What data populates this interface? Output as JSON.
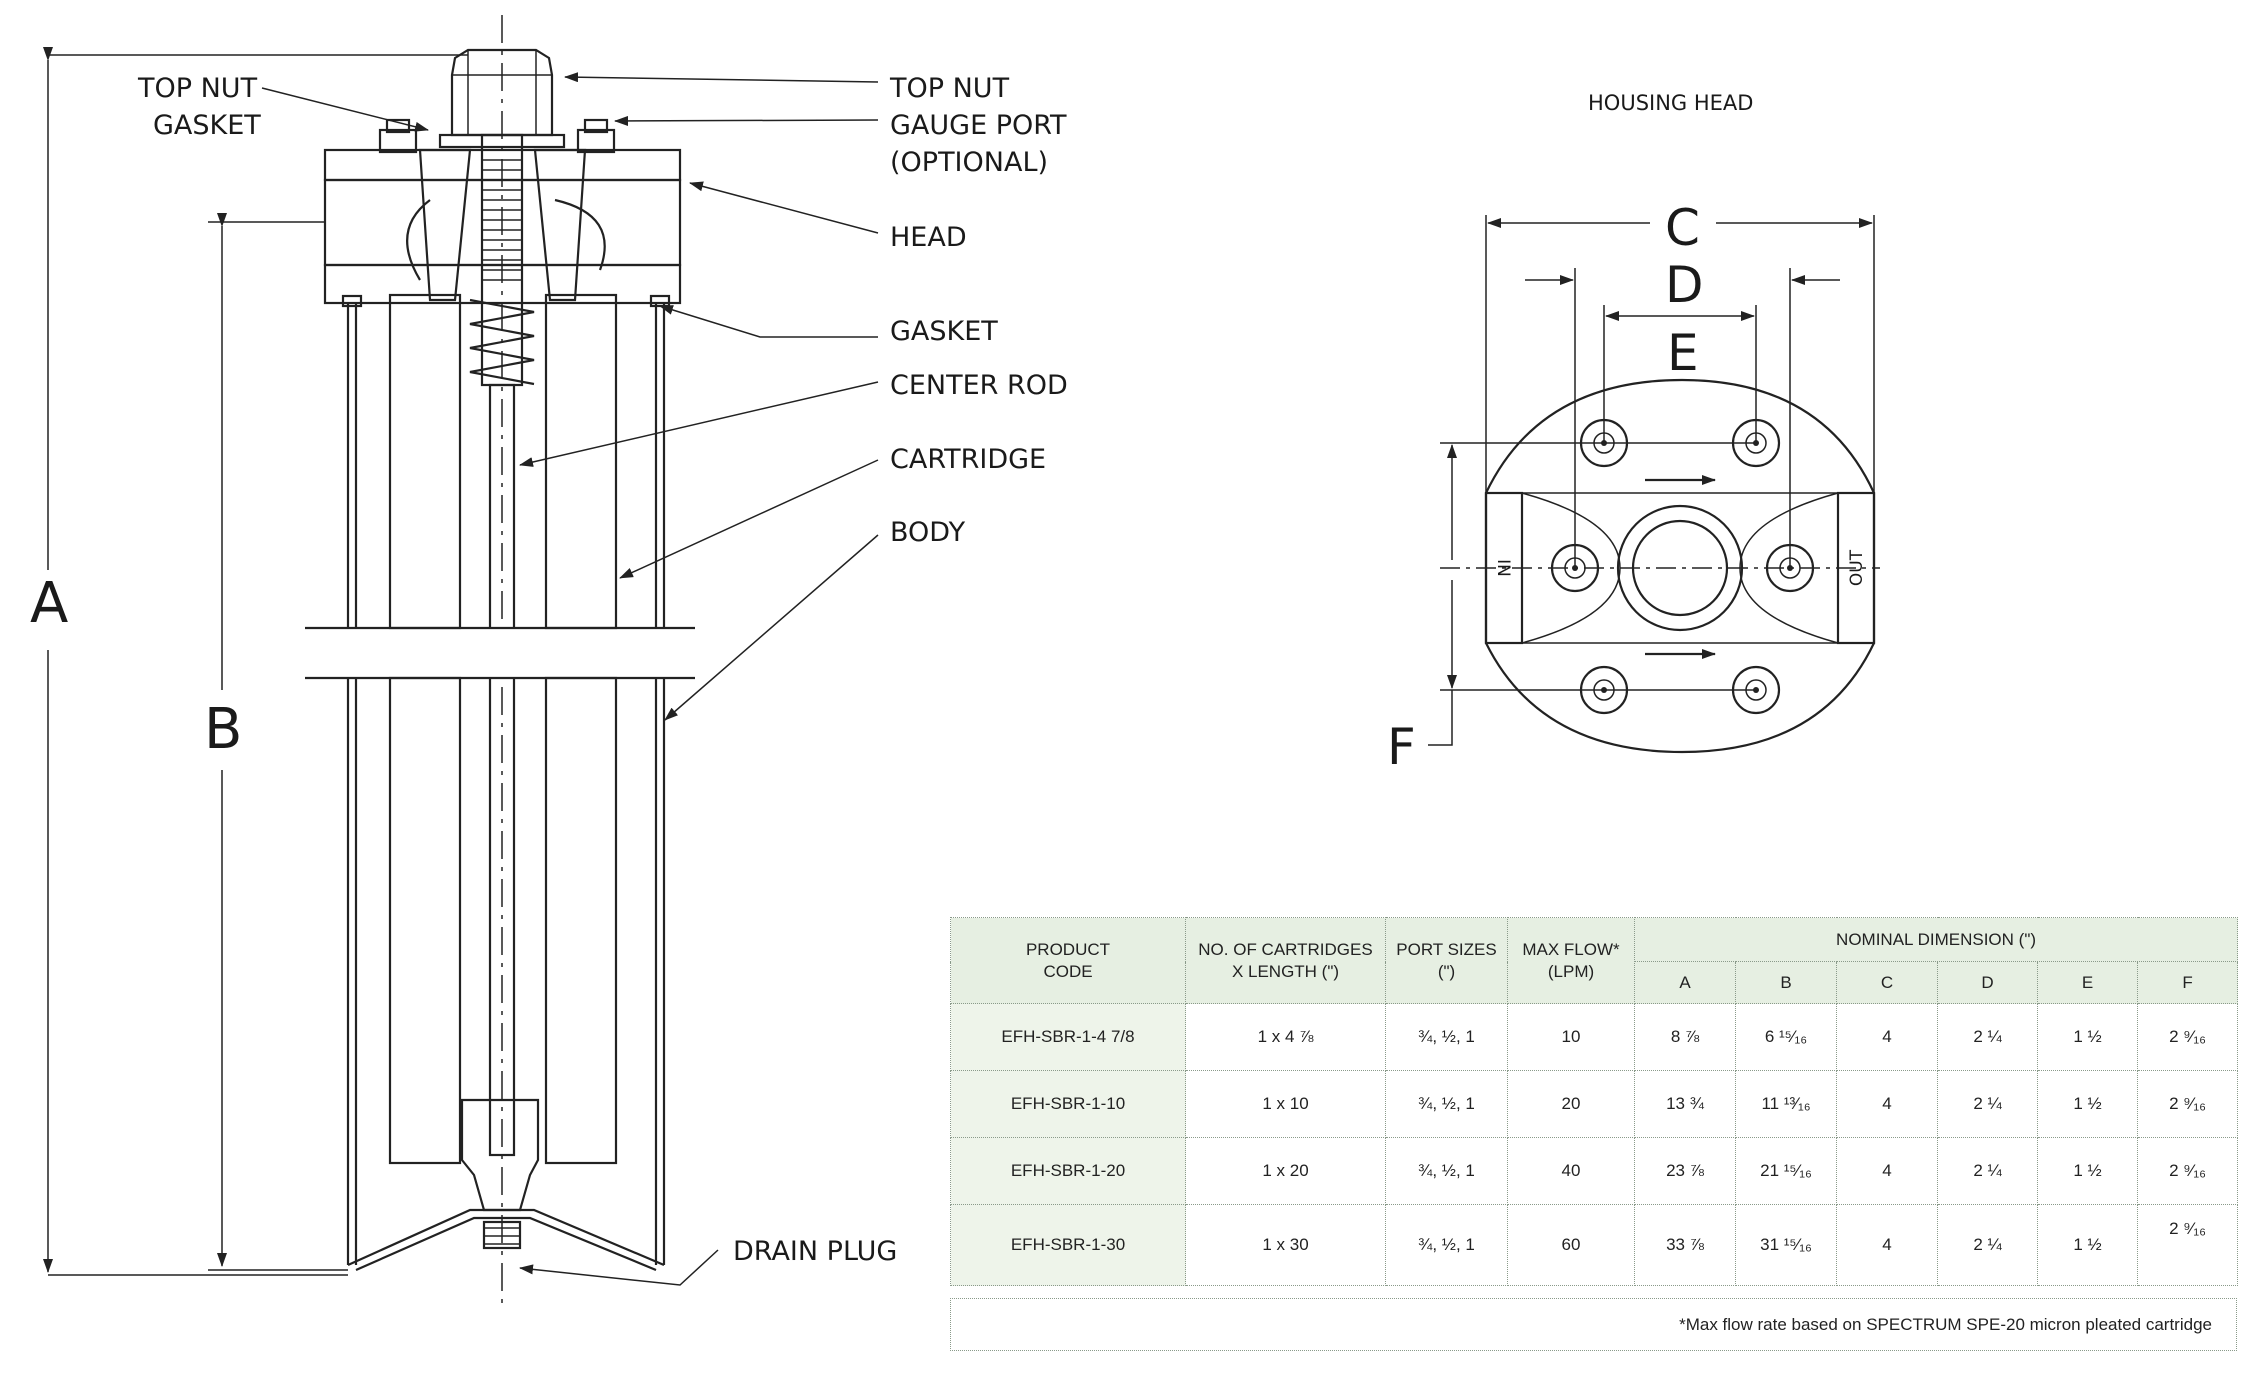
{
  "labels": {
    "top_nut_gasket_line1": "TOP NUT",
    "top_nut_gasket_line2": "GASKET",
    "top_nut": "TOP NUT",
    "gauge_port_line1": "GAUGE PORT",
    "gauge_port_line2": "(OPTIONAL)",
    "head": "HEAD",
    "gasket": "GASKET",
    "center_rod": "CENTER ROD",
    "cartridge": "CARTRIDGE",
    "body": "BODY",
    "drain_plug": "DRAIN PLUG",
    "housing_head": "HOUSING HEAD",
    "port_in": "IN",
    "port_out": "OUT"
  },
  "dimensions": {
    "a": "A",
    "b": "B",
    "c": "C",
    "d": "D",
    "e": "E",
    "f": "F"
  },
  "table": {
    "headers": {
      "product_code_line1": "PRODUCT",
      "product_code_line2": "CODE",
      "cartridges_line1": "NO. OF CARTRIDGES",
      "cartridges_line2": "X LENGTH (\")",
      "port_sizes_line1": "PORT SIZES",
      "port_sizes_line2": "(\")",
      "max_flow_line1": "MAX FLOW*",
      "max_flow_line2": "(LPM)",
      "nominal": "NOMINAL DIMENSION (\")",
      "a": "A",
      "b": "B",
      "c": "C",
      "d": "D",
      "e": "E",
      "f": "F"
    },
    "rows": [
      {
        "code": "EFH-SBR-1-4 7/8",
        "cartridges": "1 x 4 ⅞",
        "ports": "¾, ½, 1",
        "flow": "10",
        "a": "8  ⅞",
        "b": "6  ¹⁵⁄₁₆",
        "c": "4",
        "d": "2 ¼",
        "e": "1 ½",
        "f": "2 ⁹⁄₁₆"
      },
      {
        "code": "EFH-SBR-1-10",
        "cartridges": "1 x 10",
        "ports": "¾, ½, 1",
        "flow": "20",
        "a": "13  ¾",
        "b": "11  ¹³⁄₁₆",
        "c": "4",
        "d": "2 ¼",
        "e": "1 ½",
        "f": "2 ⁹⁄₁₆"
      },
      {
        "code": "EFH-SBR-1-20",
        "cartridges": "1 x 20",
        "ports": "¾, ½, 1",
        "flow": "40",
        "a": "23  ⅞",
        "b": "21  ¹⁵⁄₁₆",
        "c": "4",
        "d": "2 ¼",
        "e": "1 ½",
        "f": "2 ⁹⁄₁₆"
      },
      {
        "code": "EFH-SBR-1-30",
        "cartridges": "1 x 30",
        "ports": "¾, ½, 1",
        "flow": "60",
        "a": "33  ⅞",
        "b": "31  ¹⁵⁄₁₆",
        "c": "4",
        "d": "2 ¼",
        "e": "1 ½",
        "f": "2 ⁹⁄₁₆"
      }
    ]
  },
  "footnote": "*Max flow rate based on SPECTRUM SPE-20 micron pleated cartridge"
}
